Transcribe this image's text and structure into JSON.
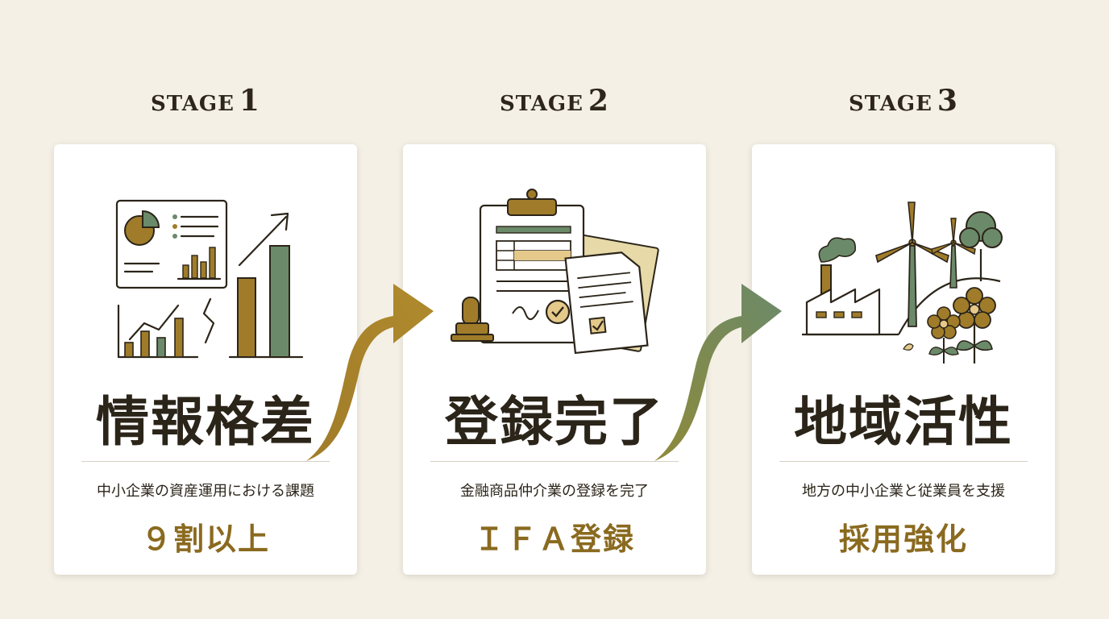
{
  "colors": {
    "background": "#f4f0e6",
    "card": "#ffffff",
    "ink": "#2b2419",
    "gold": "#a07c2a",
    "green": "#6b8a6a",
    "highlight": "#8a6a1f"
  },
  "stages": [
    {
      "stage_word": "STAGE",
      "stage_number": "1",
      "illustration": "analytics-charts-icon",
      "title": "情報格差",
      "subtitle": "中小企業の資産運用における課題",
      "highlight": "９割以上"
    },
    {
      "stage_word": "STAGE",
      "stage_number": "2",
      "illustration": "registration-documents-icon",
      "title": "登録完了",
      "subtitle": "金融商品仲介業の登録を完了",
      "highlight": "ＩＦＡ登録"
    },
    {
      "stage_word": "STAGE",
      "stage_number": "3",
      "illustration": "regional-revitalization-icon",
      "title": "地域活性",
      "subtitle": "地方の中小企業と従業員を支援",
      "highlight": "採用強化"
    }
  ],
  "arrows": [
    {
      "from": "stage-1",
      "to": "stage-2",
      "color_start": "#a07c2a",
      "color_end": "#b08a2c"
    },
    {
      "from": "stage-2",
      "to": "stage-3",
      "color_start": "#8e8a3a",
      "color_end": "#6b8a6a"
    }
  ]
}
